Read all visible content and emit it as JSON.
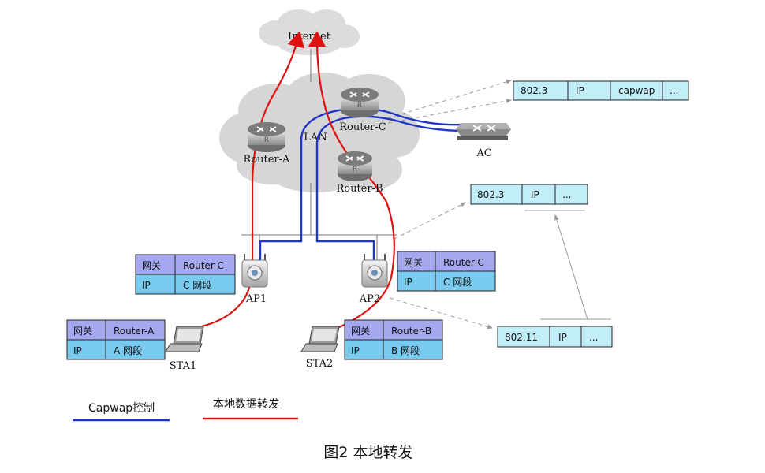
{
  "nodes": {
    "internet": "Internet",
    "lan": "LAN",
    "router_a": "Router-A",
    "router_b": "Router-B",
    "router_c": "Router-C",
    "ac": "AC",
    "ap1": "AP1",
    "ap2": "AP2",
    "sta1": "STA1",
    "sta2": "STA2"
  },
  "frames": {
    "capwap": [
      "802.3",
      "IP",
      "capwap",
      "..."
    ],
    "wired": [
      "802.3",
      "IP",
      "..."
    ],
    "wireless": [
      "802.11",
      "IP",
      "..."
    ]
  },
  "tables": {
    "ap1": [
      [
        "网关",
        "Router-C"
      ],
      [
        "IP",
        "C 网段"
      ]
    ],
    "ap2": [
      [
        "网关",
        "Router-C"
      ],
      [
        "IP",
        "C 网段"
      ]
    ],
    "sta1": [
      [
        "网关",
        "Router-A"
      ],
      [
        "IP",
        "A 网段"
      ]
    ],
    "sta2": [
      [
        "网关",
        "Router-B"
      ],
      [
        "IP",
        "B 网段"
      ]
    ]
  },
  "legend": {
    "capwap": "Capwap控制",
    "local": "本地数据转发",
    "capwap_color": "#1f35c8",
    "local_color": "#e01010"
  },
  "caption": "图2 本地转发"
}
